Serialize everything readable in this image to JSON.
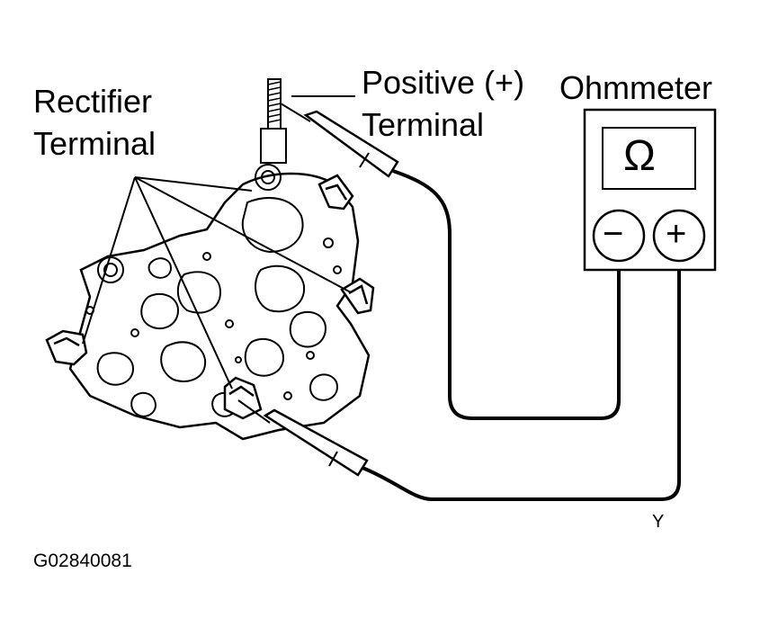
{
  "labels": {
    "rectifier_line1": "Rectifier",
    "rectifier_line2": "Terminal",
    "positive_line1": "Positive (+)",
    "positive_line2": "Terminal",
    "ohmmeter": "Ohmmeter",
    "ohm_symbol": "Ω",
    "minus_symbol": "−",
    "plus_symbol": "+",
    "wire_mark": "Y",
    "figure_code": "G02840081"
  }
}
